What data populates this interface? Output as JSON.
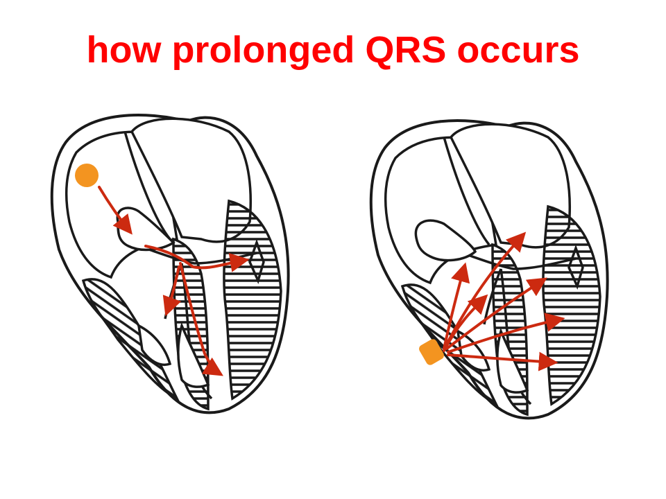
{
  "title": "how prolonged QRS occurs",
  "colors": {
    "title": "#ff0000",
    "outline": "#1a1a1a",
    "arrow": "#cc2a10",
    "origin": "#f39420"
  },
  "diagrams": [
    {
      "id": "normal-conduction",
      "origin_shape": "circle",
      "arrow_count": 4
    },
    {
      "id": "ventricular-origin-conduction",
      "origin_shape": "square",
      "arrow_count": 6
    }
  ]
}
